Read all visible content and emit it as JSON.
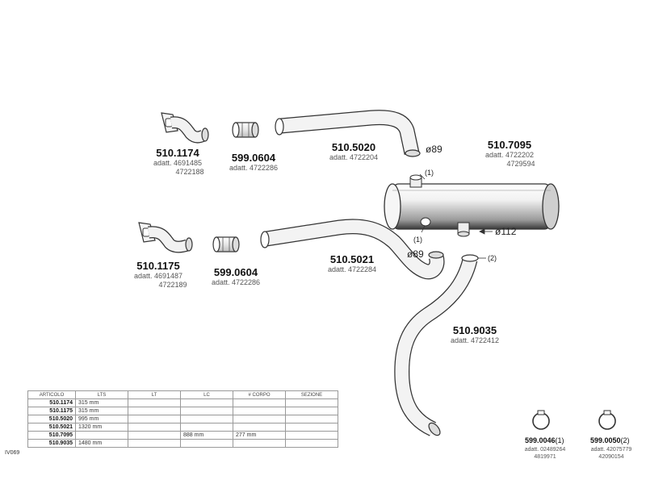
{
  "parts": {
    "p1174": {
      "code": "510.1174",
      "adatt": [
        "adatt. 4691485",
        "4722188"
      ]
    },
    "p0604a": {
      "code": "599.0604",
      "adatt": [
        "adatt. 4722286"
      ]
    },
    "p5020": {
      "code": "510.5020",
      "adatt": [
        "adatt. 4722204"
      ]
    },
    "p7095": {
      "code": "510.7095",
      "adatt": [
        "adatt. 4722202",
        "4729594"
      ]
    },
    "p1175": {
      "code": "510.1175",
      "adatt": [
        "adatt. 4691487",
        "4722189"
      ]
    },
    "p0604b": {
      "code": "599.0604",
      "adatt": [
        "adatt. 4722286"
      ]
    },
    "p5021": {
      "code": "510.5021",
      "adatt": [
        "adatt. 4722284"
      ]
    },
    "p9035": {
      "code": "510.9035",
      "adatt": [
        "adatt. 4722412"
      ]
    },
    "p0046": {
      "code": "599.0046",
      "note": "(1)",
      "adatt": [
        "adatt. 02489264",
        "4819971"
      ]
    },
    "p0050": {
      "code": "599.0050",
      "note": "(2)",
      "adatt": [
        "adatt. 42075779",
        "42090154"
      ]
    }
  },
  "dimensions": {
    "d89a": "ø89",
    "d89b": "ø89",
    "d112": "ø112"
  },
  "notes": {
    "n1a": "(1)",
    "n1b": "(1)",
    "n2": "(2)"
  },
  "table": {
    "headers": [
      "ARTICOLO",
      "LTS",
      "LT",
      "LC",
      "# CORPO",
      "SEZIONE"
    ],
    "rows": [
      [
        "510.1174",
        "315 mm",
        "",
        "",
        "",
        ""
      ],
      [
        "510.1175",
        "315 mm",
        "",
        "",
        "",
        ""
      ],
      [
        "510.5020",
        "995 mm",
        "",
        "",
        "",
        ""
      ],
      [
        "510.5021",
        "1320 mm",
        "",
        "",
        "",
        ""
      ],
      [
        "510.7095",
        "",
        "",
        "888 mm",
        "277 mm",
        ""
      ],
      [
        "510.9035",
        "1480 mm",
        "",
        "",
        "",
        ""
      ]
    ]
  },
  "catalog_code": "IV069"
}
